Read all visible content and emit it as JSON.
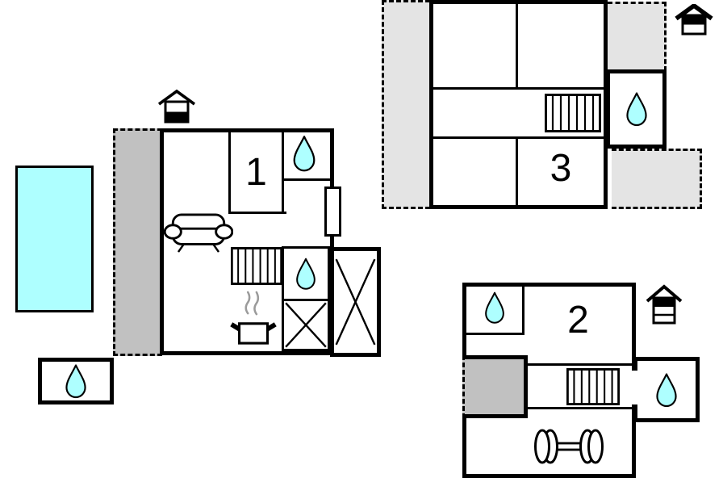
{
  "plan": {
    "type": "floor-plan",
    "units": [
      {
        "label": "1"
      },
      {
        "label": "2"
      },
      {
        "label": "3"
      }
    ],
    "colors": {
      "water": "#aeffff",
      "gray_solid": "#c1c1c1",
      "gray_light": "#e4e4e4",
      "wall": "#000000",
      "steam": "#9b9b9b"
    },
    "icons": {
      "water_drop": "water-drop-icon",
      "stairs": "stairs-icon",
      "sofa": "sofa-icon",
      "cooking_pot": "cooking-pot-icon",
      "dumbbell": "dumbbell-icon",
      "crossed_box": "crossed-box-icon",
      "floor_level_ground": "floor-level-ground-icon",
      "floor_level_upper": "floor-level-upper-icon",
      "floor_level_top": "floor-level-top-icon",
      "pool": "swimming-pool"
    }
  }
}
